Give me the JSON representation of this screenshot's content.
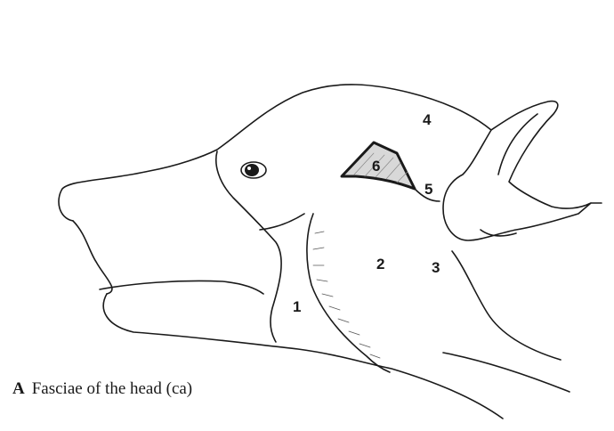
{
  "figure": {
    "labels": [
      "1",
      "2",
      "3",
      "4",
      "5",
      "6"
    ]
  },
  "caption": {
    "letter": "A",
    "text": "Fasciae of the head (ca)"
  }
}
